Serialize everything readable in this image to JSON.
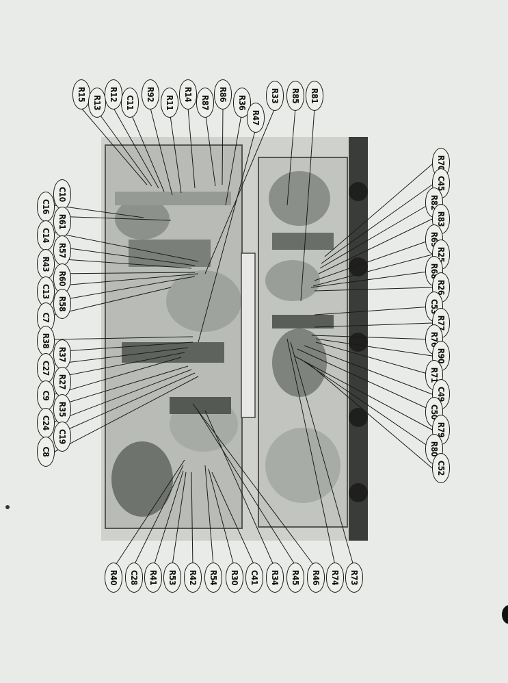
{
  "callouts": {
    "top": [
      "R15",
      "R13",
      "R12",
      "C11",
      "R92",
      "R11",
      "R14",
      "R87",
      "R86",
      "R36",
      "R33",
      "R85",
      "R81",
      "R47"
    ],
    "left": [
      "C16",
      "C10",
      "R61",
      "C14",
      "R57",
      "R43",
      "R60",
      "C13",
      "R58",
      "C7",
      "R38",
      "R37",
      "C27",
      "R27",
      "C9",
      "R35",
      "C24",
      "C19",
      "C8"
    ],
    "bottom": [
      "R40",
      "C28",
      "R41",
      "R53",
      "R42",
      "R54",
      "R30",
      "C41",
      "R34",
      "R45",
      "R46",
      "R74",
      "R73"
    ],
    "right": [
      "R70",
      "C45",
      "R82",
      "R83",
      "R69",
      "R25",
      "R68",
      "R26",
      "C53",
      "R77",
      "R76",
      "R90",
      "R71",
      "C49",
      "C50",
      "R79",
      "R80",
      "C52"
    ]
  }
}
